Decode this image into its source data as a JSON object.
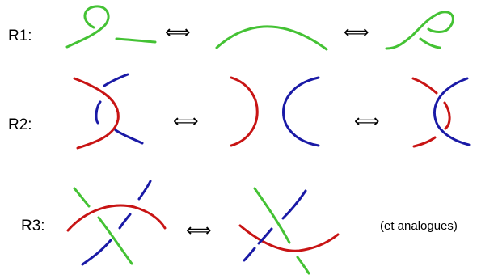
{
  "labels": {
    "r1": "R1:",
    "r2": "R2:",
    "r3": "R3:"
  },
  "equiv": "⟺",
  "note": "(et analogues)",
  "colors": {
    "green": "#44c234",
    "red": "#c81414",
    "blue": "#1a1aa6"
  }
}
